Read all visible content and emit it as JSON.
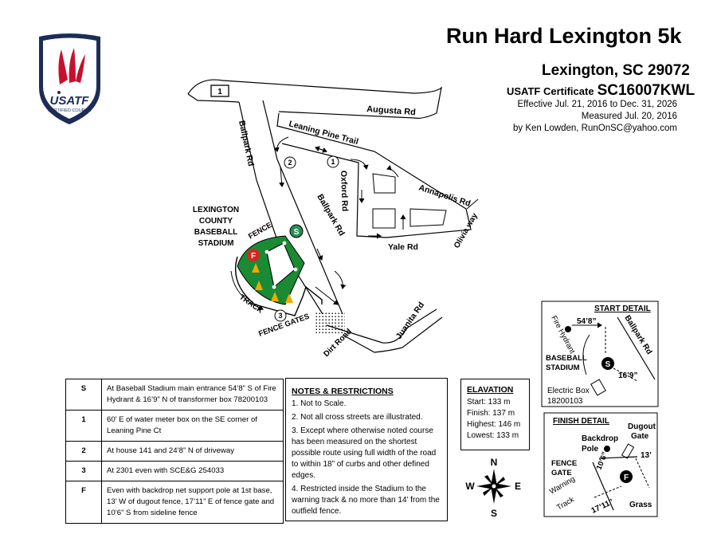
{
  "header": {
    "title": "Run Hard Lexington 5k",
    "location": "Lexington, SC 29072",
    "cert_label": "USATF Certificate",
    "cert_number": "SC16007KWL",
    "effective": "Effective Jul. 21, 2016 to Dec. 31, 2026",
    "measured": "Measured Jul. 20, 2016",
    "measured_by": "by Ken Lowden, RunOnSC@yahoo.com"
  },
  "logo": {
    "text": "USATF",
    "subtext": "CERTIFIED COURSE"
  },
  "map": {
    "route_shield": "1",
    "roads": {
      "augusta": "Augusta Rd",
      "leaning_pine": "Leaning Pine Trail",
      "ballpark_upper": "Ballpark Rd",
      "ballpark_lower": "Ballpark Rd",
      "oxford": "Oxford Rd",
      "annapolis": "Annapolis Rd",
      "olivia": "Olivia way",
      "yale": "Yale Rd",
      "juanita": "Juanita Rd",
      "dirt": "Dirt Road"
    },
    "stadium_label": [
      "LEXINGTON",
      "COUNTY",
      "BASEBALL",
      "STADIUM"
    ],
    "fence_label": "FENCE",
    "track_label": "TRACK",
    "fence_gates_label": "FENCE GATES",
    "markers": {
      "start": "S",
      "finish": "F",
      "m1": "1",
      "m2": "2",
      "m3": "3"
    }
  },
  "start_detail": {
    "title": "START DETAIL",
    "fire_hydrant": "Fire Hydrant",
    "distance_1": "54’8”",
    "distance_2": "16’9”",
    "road": "Ballpark Rd",
    "stadium": [
      "BASEBALL",
      "STADIUM"
    ],
    "marker": "S",
    "electric_box": [
      "Electric Box",
      "18200103"
    ]
  },
  "finish_detail": {
    "title": "FINISH DETAIL",
    "dugout_gate": [
      "Dugout",
      "Gate"
    ],
    "backdrop_pole": [
      "Backdrop",
      "Pole"
    ],
    "fence_gate": [
      "FENCE",
      "GATE"
    ],
    "distance_13": "13’",
    "distance_10": "10’6”",
    "distance_17": "17’11”",
    "warning_track": [
      "Warning",
      "Track"
    ],
    "grass": "Grass",
    "marker": "F"
  },
  "legend": [
    {
      "key": "S",
      "text": "At Baseball Stadium main entrance 54’8” S of Fire Hydrant & 16’9” N of transformer box 78200103"
    },
    {
      "key": "1",
      "text": "60’ E of water meter box on the SE corner of Leaning Pine Ct"
    },
    {
      "key": "2",
      "text": "At house 141 and 24’8” N of driveway"
    },
    {
      "key": "3",
      "text": "At 2301 even with SCE&G 254033"
    },
    {
      "key": "F",
      "text": "Even with backdrop net support pole at 1st base, 13’ W of dugout fence, 17’11” E of fence gate and 10’6” S from sideline fence"
    }
  ],
  "notes": {
    "title": "NOTES & RESTRICTIONS",
    "items": [
      "1. Not to Scale.",
      "2. Not all cross streets are illustrated.",
      "3. Except where otherwise noted course has been measured on the shortest possible route using full width of the road to within 18” of curbs and other defined edges.",
      "4. Restricted inside the Stadium to the warning track & no more than 14’ from the outfield fence."
    ]
  },
  "elevation": {
    "title": "ELAVATION",
    "start": "Start:   133 m",
    "finish": "Finish:  137 m",
    "highest": "Highest: 146 m",
    "lowest": "Lowest: 133 m"
  },
  "compass": {
    "n": "N",
    "s": "S",
    "e": "E",
    "w": "W"
  },
  "colors": {
    "field_green": "#1a8a34",
    "start_green": "#2e8b57",
    "finish_red": "#d9241f",
    "cone": "#f2a900",
    "logo_navy": "#1b2d57",
    "logo_red": "#c8102e"
  }
}
